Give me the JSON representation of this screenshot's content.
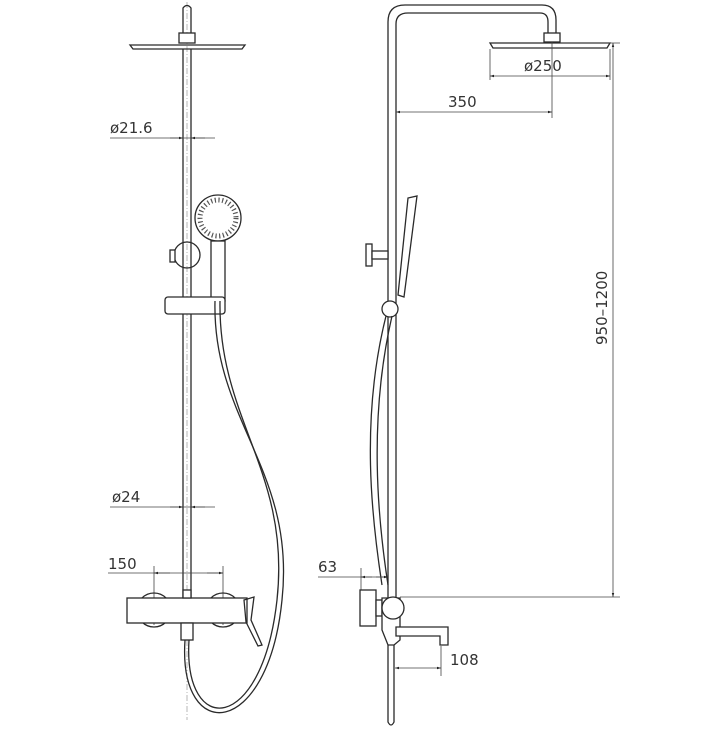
{
  "title": "Shower column dimension drawing",
  "dimensions": {
    "pipe_diameter_upper": "ø21.6",
    "pipe_diameter_lower": "ø24",
    "mixer_centers": "150",
    "wall_offset": "63",
    "arm_reach": "350",
    "head_diameter": "ø250",
    "height_range": "950–1200",
    "spout_length": "108"
  }
}
